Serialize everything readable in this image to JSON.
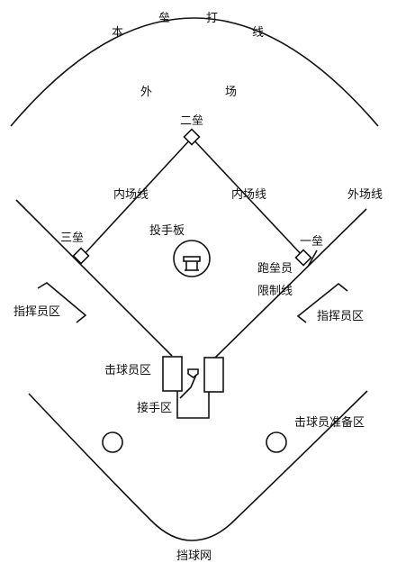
{
  "title_chars": [
    "本",
    "垒",
    "打",
    "线"
  ],
  "outfield_chars": [
    "外",
    "场"
  ],
  "labels": {
    "second_base": "二垒",
    "third_base": "三垒",
    "first_base": "一垒",
    "infield_line_left": "内场线",
    "infield_line_right": "内场线",
    "outfield_line": "外场线",
    "pitchers_plate": "投手板",
    "runner_line_1": "跑垒员",
    "runner_line_2": "限制线",
    "coach_box_left": "指挥员区",
    "coach_box_right": "指挥员区",
    "batters_box": "击球员区",
    "catchers_box": "接手区",
    "on_deck_circle": "击球员准备区",
    "backstop": "挡球网"
  }
}
